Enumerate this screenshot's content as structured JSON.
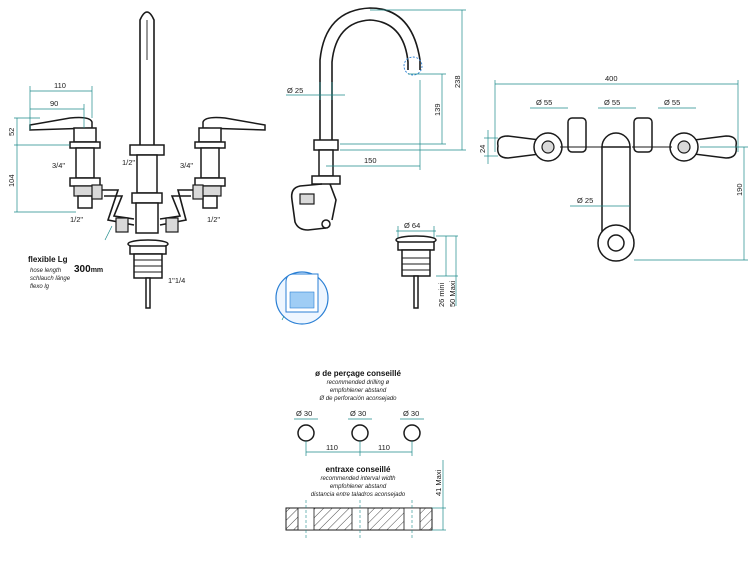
{
  "colors": {
    "line": "#1a1a1a",
    "dimension": "#1c8a8a",
    "hint": "#2a7fd4"
  },
  "front_view": {
    "dim_110": "110",
    "dim_90": "90",
    "dim_52": "52",
    "dim_104": "104",
    "thread_left_3_4": "3/4\"",
    "thread_right_3_4": "3/4\"",
    "thread_center_1_2": "1/2\"",
    "thread_left_bottom_1_2": "1/2\"",
    "thread_right_bottom_1_2": "1/2\"",
    "hose_title": "flexible Lg",
    "hose_line1": "hose length",
    "hose_line2": "schlauch länge",
    "hose_line3": "flexo lg",
    "hose_length": "300",
    "hose_length_unit": "mm",
    "waste_thread": "1\"1/4"
  },
  "side_view": {
    "dim_25": "Ø 25",
    "dim_150": "150",
    "dim_139": "139",
    "dim_238": "238"
  },
  "waste_view": {
    "dim_64": "Ø 64",
    "dim_26": "26 mini",
    "dim_50": "50 Maxi"
  },
  "top_view": {
    "dim_400": "400",
    "dim_55a": "Ø 55",
    "dim_55b": "Ø 55",
    "dim_55c": "Ø 55",
    "dim_24": "24",
    "dim_190": "190",
    "dim_25": "Ø 25"
  },
  "drilling": {
    "title": "ø de perçage conseillé",
    "line1": "recommended drilling ø",
    "line2": "empfohlener abstand",
    "line3": "Ø de perforación aconsejado",
    "hole1": "Ø 30",
    "hole2": "Ø 30",
    "hole3": "Ø 30",
    "spacing1": "110",
    "spacing2": "110"
  },
  "interval": {
    "title": "entraxe conseillé",
    "line1": "recommended interval width",
    "line2": "empfohlener abstand",
    "line3": "distancia entre taladros aconsejado",
    "max_thickness": "41 Maxi"
  }
}
